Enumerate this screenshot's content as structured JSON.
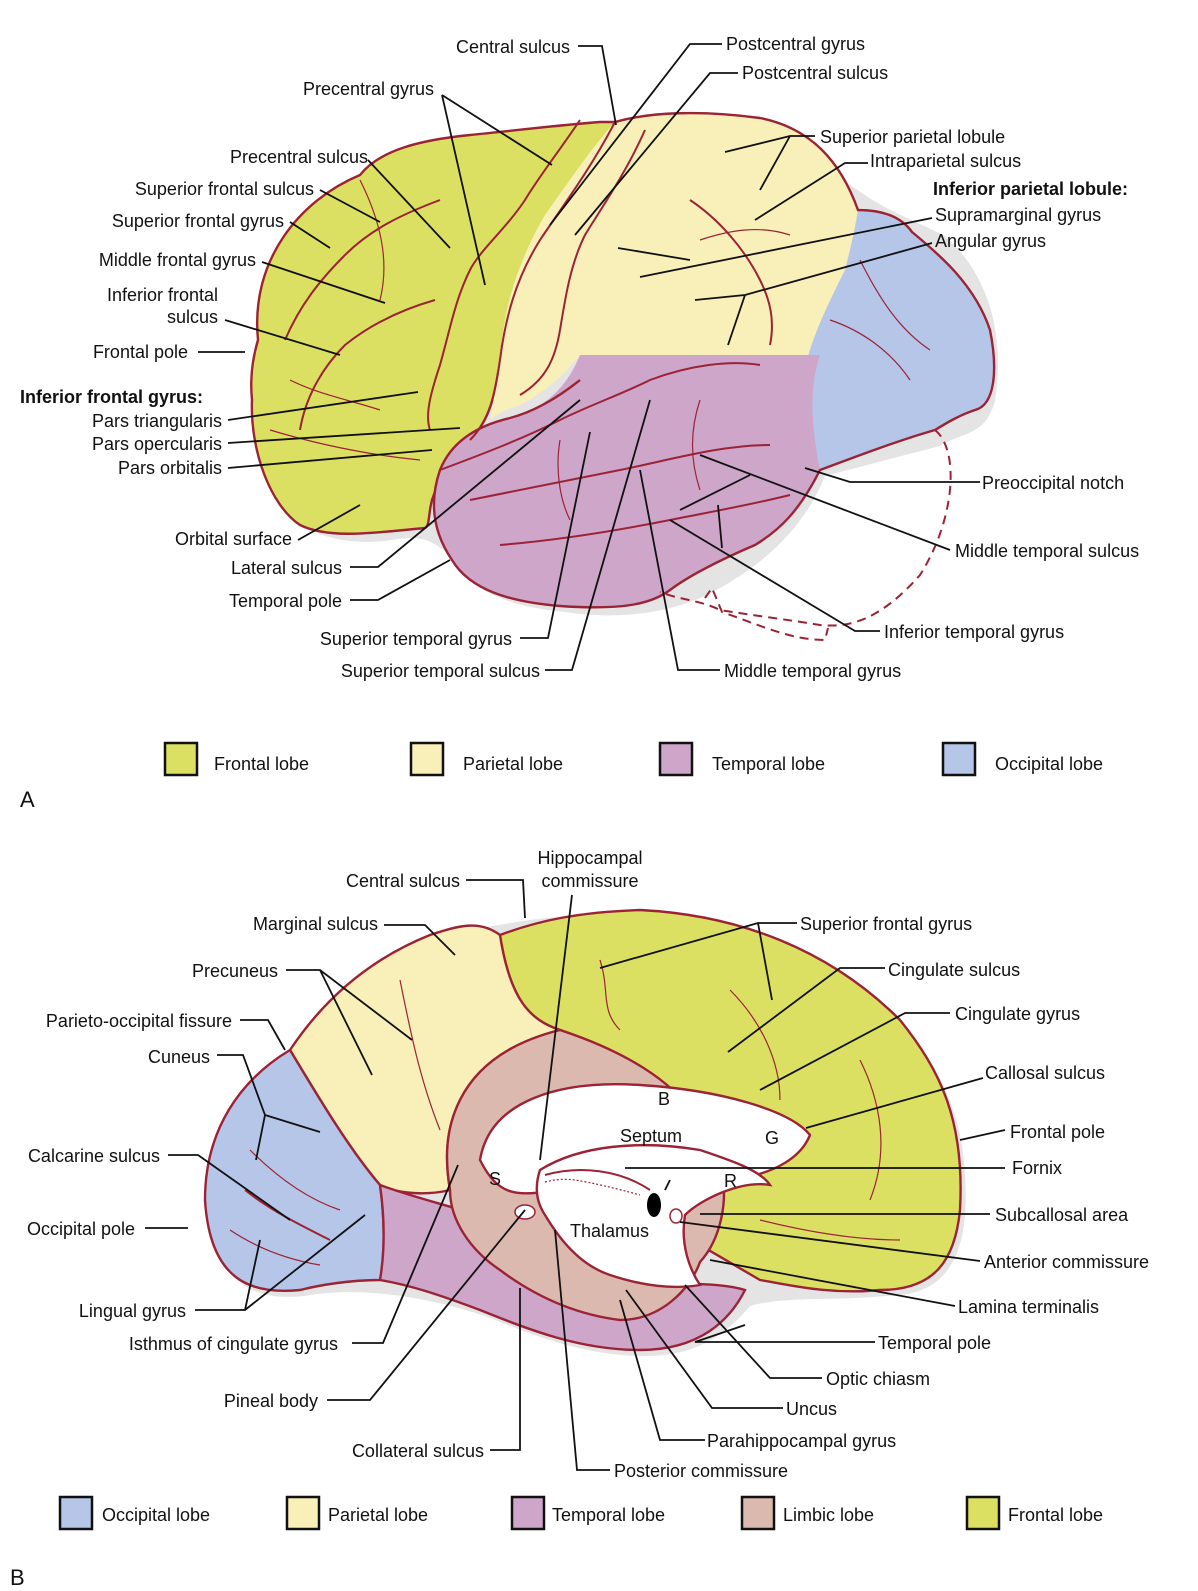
{
  "colors": {
    "frontal": "#dbe063",
    "parietal": "#f8efb9",
    "temporal": "#cda6ca",
    "occipital": "#b5c6e8",
    "limbic": "#dcb9ae",
    "outline": "#9b2335"
  },
  "panelA": {
    "letter": "A",
    "labels": {
      "central_sulcus": "Central sulcus",
      "postcentral_gyrus": "Postcentral gyrus",
      "postcentral_sulcus": "Postcentral sulcus",
      "precentral_gyrus": "Precentral gyrus",
      "precentral_sulcus": "Precentral sulcus",
      "superior_frontal_sulcus": "Superior frontal sulcus",
      "superior_frontal_gyrus": "Superior frontal gyrus",
      "middle_frontal_gyrus": "Middle frontal gyrus",
      "inferior_frontal_sulcus_1": "Inferior frontal",
      "inferior_frontal_sulcus_2": "sulcus",
      "frontal_pole": "Frontal pole",
      "inferior_frontal_gyrus_heading": "Inferior frontal gyrus:",
      "pars_triangularis": "Pars triangularis",
      "pars_opercularis": "Pars opercularis",
      "pars_orbitalis": "Pars orbitalis",
      "orbital_surface": "Orbital surface",
      "lateral_sulcus": "Lateral sulcus",
      "temporal_pole": "Temporal pole",
      "superior_temporal_gyrus": "Superior temporal gyrus",
      "superior_temporal_sulcus": "Superior temporal sulcus",
      "middle_temporal_gyrus": "Middle temporal gyrus",
      "inferior_temporal_gyrus": "Inferior temporal gyrus",
      "middle_temporal_sulcus": "Middle temporal sulcus",
      "preoccipital_notch": "Preoccipital notch",
      "superior_parietal_lobule": "Superior parietal lobule",
      "intraparietal_sulcus": "Intraparietal sulcus",
      "inferior_parietal_lobule_heading": "Inferior parietal lobule:",
      "supramarginal_gyrus": "Supramarginal gyrus",
      "angular_gyrus": "Angular gyrus"
    },
    "legend": [
      {
        "label": "Frontal lobe",
        "color": "#dbe063"
      },
      {
        "label": "Parietal lobe",
        "color": "#f8efb9"
      },
      {
        "label": "Temporal lobe",
        "color": "#cda6ca"
      },
      {
        "label": "Occipital lobe",
        "color": "#b5c6e8"
      }
    ]
  },
  "panelB": {
    "letter": "B",
    "labels": {
      "central_sulcus": "Central sulcus",
      "hippocampal_commissure_1": "Hippocampal",
      "hippocampal_commissure_2": "commissure",
      "marginal_sulcus": "Marginal sulcus",
      "precuneus": "Precuneus",
      "parieto_occipital_fissure": "Parieto-occipital fissure",
      "cuneus": "Cuneus",
      "calcarine_sulcus": "Calcarine sulcus",
      "occipital_pole": "Occipital pole",
      "lingual_gyrus": "Lingual gyrus",
      "isthmus_of_cingulate_gyrus": "Isthmus of cingulate gyrus",
      "pineal_body": "Pineal body",
      "collateral_sulcus": "Collateral sulcus",
      "posterior_commissure": "Posterior commissure",
      "parahippocampal_gyrus": "Parahippocampal gyrus",
      "uncus": "Uncus",
      "optic_chiasm": "Optic chiasm",
      "temporal_pole": "Temporal pole",
      "lamina_terminalis": "Lamina terminalis",
      "anterior_commissure": "Anterior commissure",
      "subcallosal_area": "Subcallosal area",
      "fornix": "Fornix",
      "frontal_pole": "Frontal pole",
      "callosal_sulcus": "Callosal sulcus",
      "cingulate_gyrus": "Cingulate gyrus",
      "cingulate_sulcus": "Cingulate sulcus",
      "superior_frontal_gyrus": "Superior frontal gyrus",
      "septum": "Septum",
      "thalamus": "Thalamus",
      "b": "B",
      "g": "G",
      "s": "S",
      "r": "R"
    },
    "legend": [
      {
        "label": "Occipital lobe",
        "color": "#b5c6e8"
      },
      {
        "label": "Parietal lobe",
        "color": "#f8efb9"
      },
      {
        "label": "Temporal lobe",
        "color": "#cda6ca"
      },
      {
        "label": "Limbic lobe",
        "color": "#dcb9ae"
      },
      {
        "label": "Frontal lobe",
        "color": "#dbe063"
      }
    ]
  }
}
